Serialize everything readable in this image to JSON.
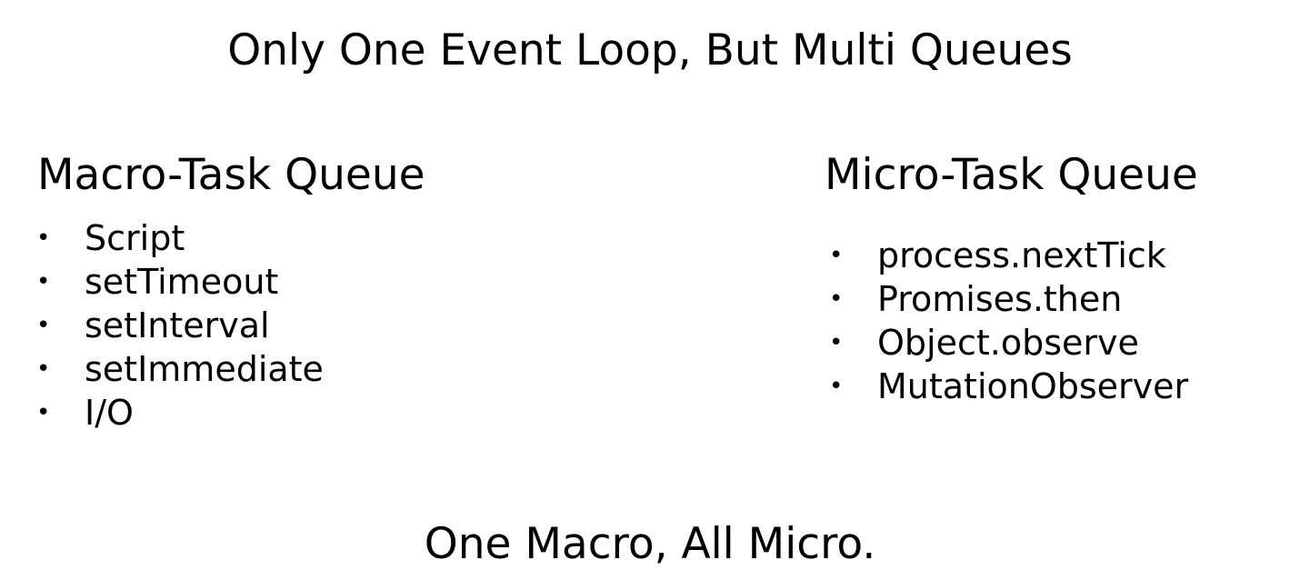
{
  "title": "Only One Event Loop, But Multi Queues",
  "macro": {
    "heading": "Macro-Task Queue",
    "items": [
      "Script",
      "setTimeout",
      "setInterval",
      "setImmediate",
      "I/O"
    ]
  },
  "micro": {
    "heading": "Micro-Task Queue",
    "items": [
      "process.nextTick",
      "Promises.then",
      "Object.observe",
      "MutationObserver"
    ]
  },
  "footer": "One Macro, All Micro.",
  "bullet_char": "•"
}
